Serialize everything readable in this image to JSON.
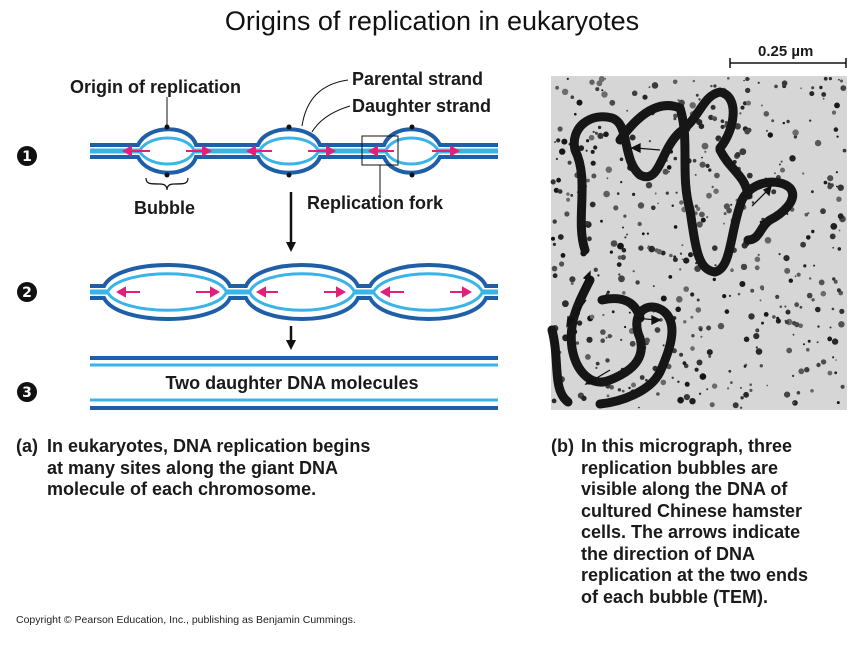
{
  "title": "Origins of replication in eukaryotes",
  "labels": {
    "origin": "Origin of replication",
    "parental": "Parental strand",
    "daughter": "Daughter strand",
    "bubble": "Bubble",
    "fork": "Replication fork",
    "molecules": "Two daughter DNA molecules",
    "scale": "0.25 µm"
  },
  "steps": [
    "1",
    "2",
    "3"
  ],
  "caption_a": {
    "tag": "(a)",
    "text": "In eukaryotes, DNA replication begins\nat many sites along the giant DNA\nmolecule of each chromosome."
  },
  "caption_b": {
    "tag": "(b)",
    "text": "In this micrograph, three\nreplication bubbles are\nvisible along the DNA of\ncultured Chinese hamster\ncells. The arrows indicate\nthe direction of DNA\nreplication at the two ends\nof each bubble (TEM)."
  },
  "copyright": "Copyright © Pearson Education, Inc., publishing as Benjamin Cummings.",
  "colors": {
    "parental": "#1f5fa8",
    "daughter": "#3ab4e8",
    "arrow": "#e0207a"
  },
  "icons": [
    "step-number-icon",
    "fork-arrow-icon",
    "down-arrow-icon",
    "scale-bar-icon"
  ]
}
